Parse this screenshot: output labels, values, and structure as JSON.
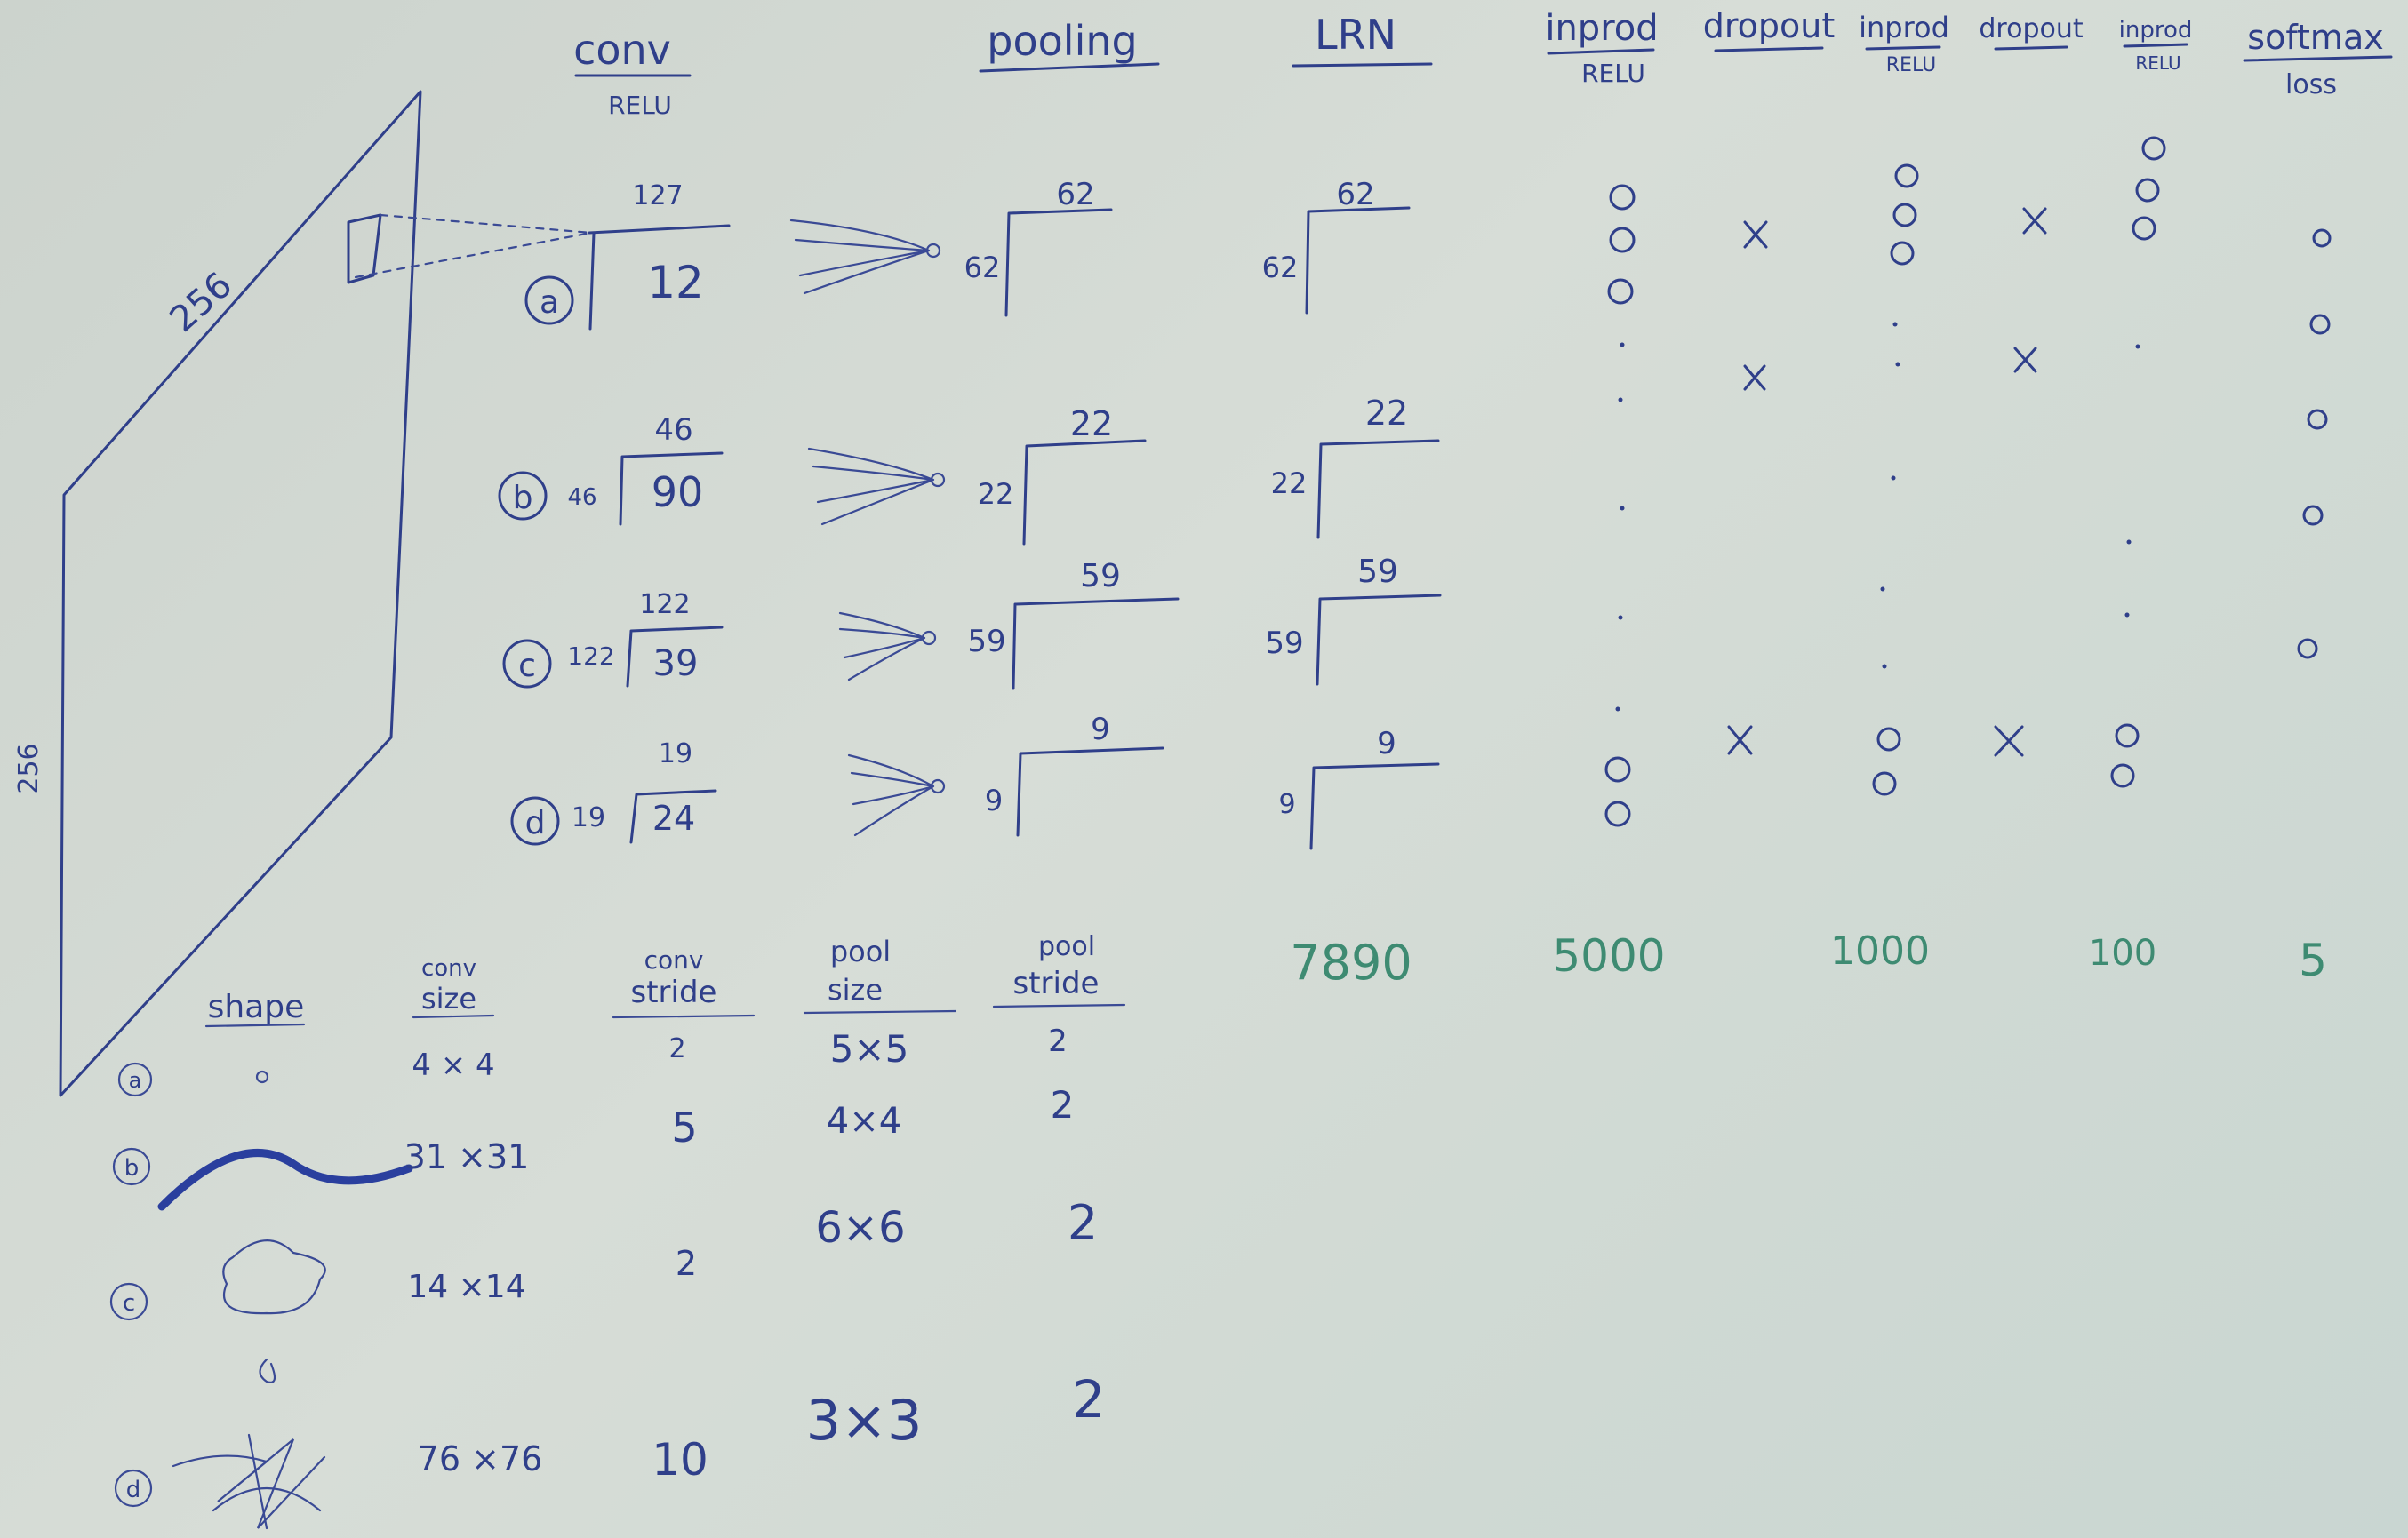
{
  "headers": {
    "conv": "conv",
    "conv_sub": "RELU",
    "pooling": "pooling",
    "lrn": "LRN",
    "inprod1": "inprod",
    "inprod1_sub": "RELU",
    "dropout1": "dropout",
    "inprod2": "inprod",
    "inprod2_sub": "RELU",
    "dropout2": "dropout",
    "inprod3": "inprod",
    "inprod3_sub": "RELU",
    "softmax": "softmax",
    "softmax_sub": "loss"
  },
  "image_plane": {
    "top_label": "256",
    "side_label": "256"
  },
  "rows": [
    {
      "id": "a",
      "conv_top": "127",
      "conv_val": "12",
      "pool_top": "62",
      "pool_side": "62",
      "lrn_top": "62",
      "lrn_side": "62"
    },
    {
      "id": "b",
      "conv_top": "46",
      "conv_side": "46",
      "conv_val": "90",
      "pool_top": "22",
      "pool_side": "22",
      "lrn_top": "22",
      "lrn_side": "22"
    },
    {
      "id": "c",
      "conv_top": "122",
      "conv_side": "122",
      "conv_val": "39",
      "pool_top": "59",
      "pool_side": "59",
      "lrn_top": "59",
      "lrn_side": "59"
    },
    {
      "id": "d",
      "conv_top": "19",
      "conv_side": "19",
      "conv_val": "24",
      "pool_top": "9",
      "pool_side": "9",
      "lrn_top": "9",
      "lrn_side": "9"
    }
  ],
  "layer_sizes": [
    "7890",
    "5000",
    "1000",
    "100",
    "5"
  ],
  "table": {
    "headers": {
      "shape": "shape",
      "conv_size": "conv size",
      "conv_stride": "conv stride",
      "pool_size": "pool size",
      "pool_stride": "pool stride"
    },
    "rows": [
      {
        "id": "a",
        "conv_size": "4 × 4",
        "conv_stride": "2",
        "pool_size": "5×5",
        "pool_stride": "2"
      },
      {
        "id": "b",
        "conv_size": "31 ×31",
        "conv_stride": "5",
        "pool_size": "4×4",
        "pool_stride": "2"
      },
      {
        "id": "c",
        "conv_size": "14 ×14",
        "conv_stride": "2",
        "pool_size": "6×6",
        "pool_stride": "2"
      },
      {
        "id": "d",
        "conv_size": "76 ×76",
        "conv_stride": "10",
        "pool_size": "3×3",
        "pool_stride": "2"
      }
    ]
  },
  "colors": {
    "ink_blue": "#2f3f8a",
    "ink_green": "#3e8b72",
    "board": "#d2d9d3"
  }
}
